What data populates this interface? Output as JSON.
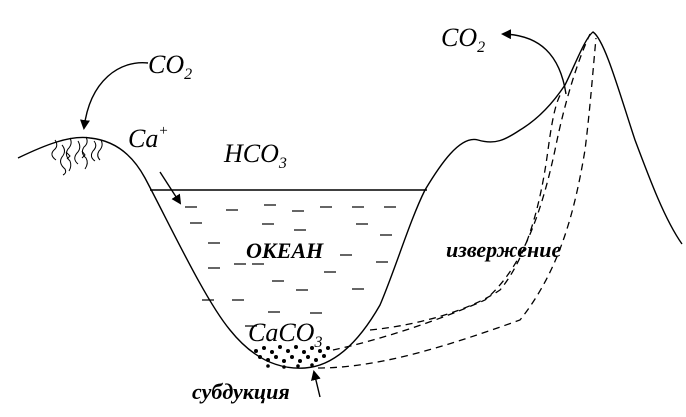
{
  "labels": {
    "co2_left": "CO",
    "co2_left_sub": "2",
    "co2_right": "CO",
    "co2_right_sub": "2",
    "calcium": "Ca",
    "calcium_sup": "+",
    "bicarbonate": "HCO",
    "bicarbonate_sub": "3",
    "ocean": "ОКЕАН",
    "caco3": "CaCO",
    "caco3_sub": "3",
    "eruption": "извержение",
    "subduction": "субдукция"
  },
  "colors": {
    "ink": "#000000",
    "background": "#ffffff"
  }
}
